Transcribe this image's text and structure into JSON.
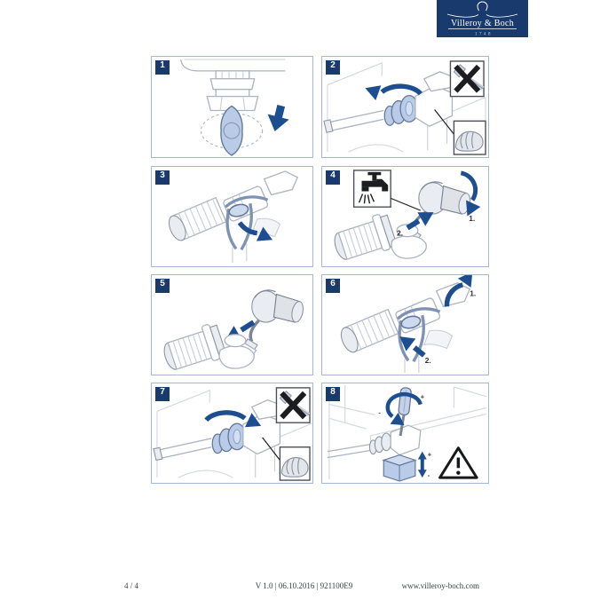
{
  "logo": {
    "brand": "Villeroy & Boch",
    "year": "1748"
  },
  "steps": [
    {
      "number": "1"
    },
    {
      "number": "2"
    },
    {
      "number": "3"
    },
    {
      "number": "4",
      "labels": {
        "first": "1.",
        "second": "2."
      }
    },
    {
      "number": "5"
    },
    {
      "number": "6",
      "labels": {
        "first": "1.",
        "second": "2."
      }
    },
    {
      "number": "7"
    },
    {
      "number": "8",
      "labels": {
        "plus": "+",
        "minus": "-"
      }
    }
  ],
  "footer": {
    "page_indicator": "4 / 4",
    "version_info": "V 1.0 | 06.10.2016 | 921100E9",
    "website": "www.villeroy-boch.com"
  },
  "icons": {
    "no-pipe-wrench-icon": "✕",
    "hand-tight-icon": "✋",
    "open-tap-icon": "🚰",
    "warning-icon": "⚠",
    "rotation-arrow-icon": "↻",
    "direction-arrow-icon": "➜"
  },
  "colors": {
    "brand_navy": "#183a6d",
    "accent_blue": "#1d4f90",
    "part_light_blue": "#b9cbe6",
    "panel_border": "#a6b7d4",
    "line_gray": "#aab3bf"
  }
}
